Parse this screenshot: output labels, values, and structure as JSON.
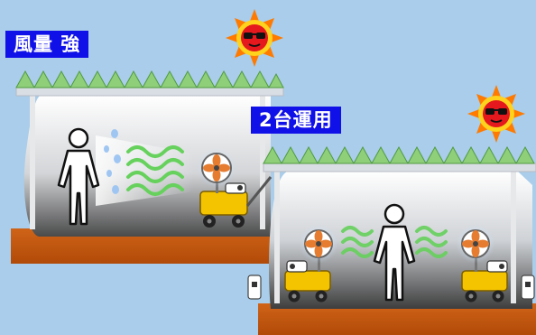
{
  "panels": [
    {
      "id": "single",
      "label": "風量 強",
      "fan_count": 1
    },
    {
      "id": "double",
      "label": "2台運用",
      "fan_count": 2
    }
  ],
  "colors": {
    "background": "#a9cdea",
    "label_bg": "#1010e8",
    "label_text": "#ffffff",
    "roof_green": "#8fcf7a",
    "roof_gray": "#d9dde4",
    "floor": "#c55a11",
    "cart_yellow": "#f4c400",
    "fan_orange": "#e57c2f",
    "wind_green": "#66d15c",
    "sun": "#ffd21e",
    "sun_rays": "#ff7a00",
    "sun_face": "#e4181d"
  },
  "icons": [
    "sun-icon",
    "sunglasses-icon",
    "person-icon",
    "fan-icon",
    "cart-icon",
    "wind-icon",
    "mist-icon",
    "tent-icon"
  ]
}
